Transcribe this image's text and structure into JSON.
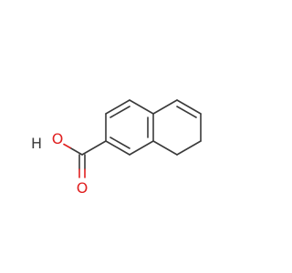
{
  "molecule": {
    "atom_labels": {
      "hydroxyl_h": "H",
      "hydroxyl_o": "O",
      "carbonyl_o": "O"
    },
    "colors": {
      "carbon_bond": "#3a3a3a",
      "oxygen": "#e02020",
      "hydrogen": "#3a3a3a",
      "background": "#ffffff"
    }
  }
}
